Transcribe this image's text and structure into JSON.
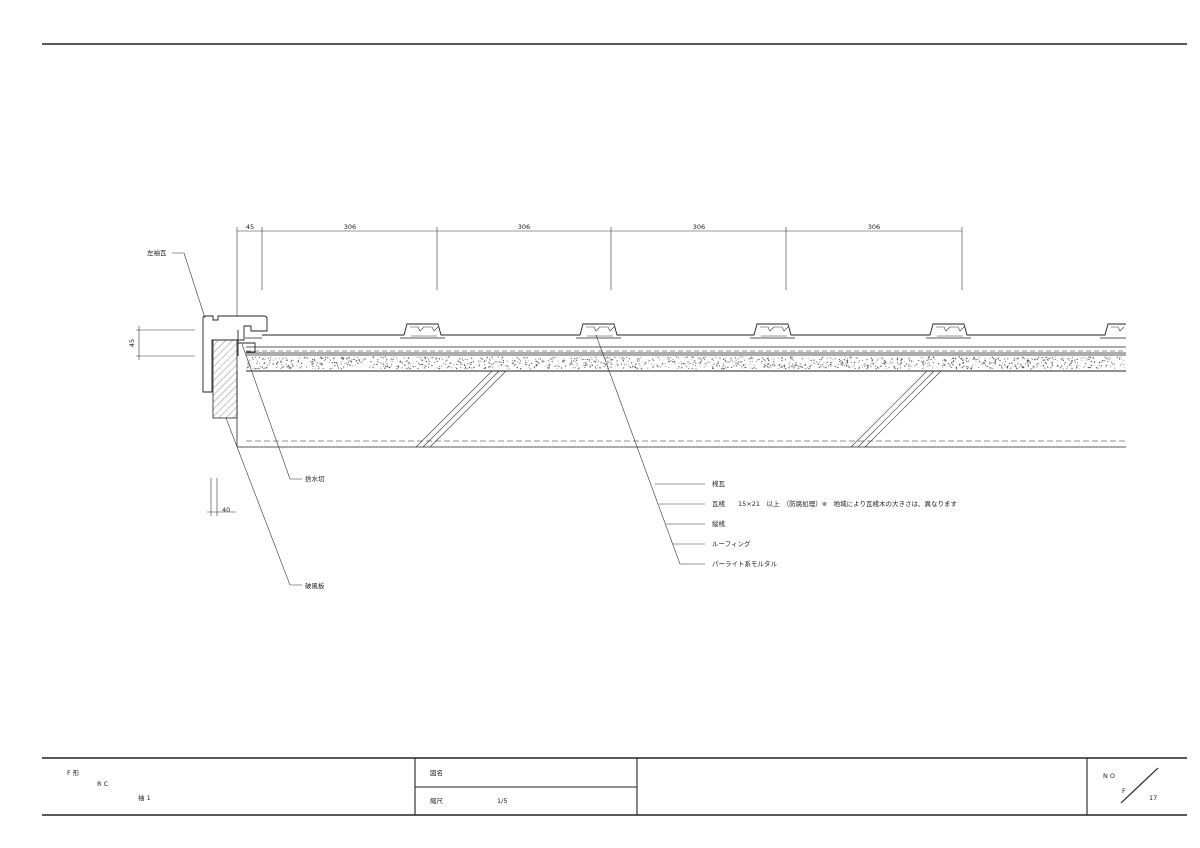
{
  "dimensions": {
    "top": [
      "45",
      "306",
      "306",
      "306",
      "306"
    ],
    "ridge_height": "45",
    "bottom": "40"
  },
  "labels": {
    "left_sleeve_tile": "左袖瓦",
    "water_drip": "捨水切",
    "wind_board": "破風板",
    "callouts": [
      "桟瓦",
      "瓦桟　　15×21　以上　（防腐処理）※　地域により瓦桟木の大きさは、異なります",
      "縦桟",
      "ルーフィング",
      "パーライト系モルタル"
    ]
  },
  "title_block": {
    "shape": "F 形",
    "structure": "R C",
    "roof": "袖 1",
    "drawing_name_label": "図名",
    "scale_label": "縮尺",
    "scale_value": "1/5",
    "no_label": "N O",
    "series": "F",
    "sheet_number": "17"
  }
}
